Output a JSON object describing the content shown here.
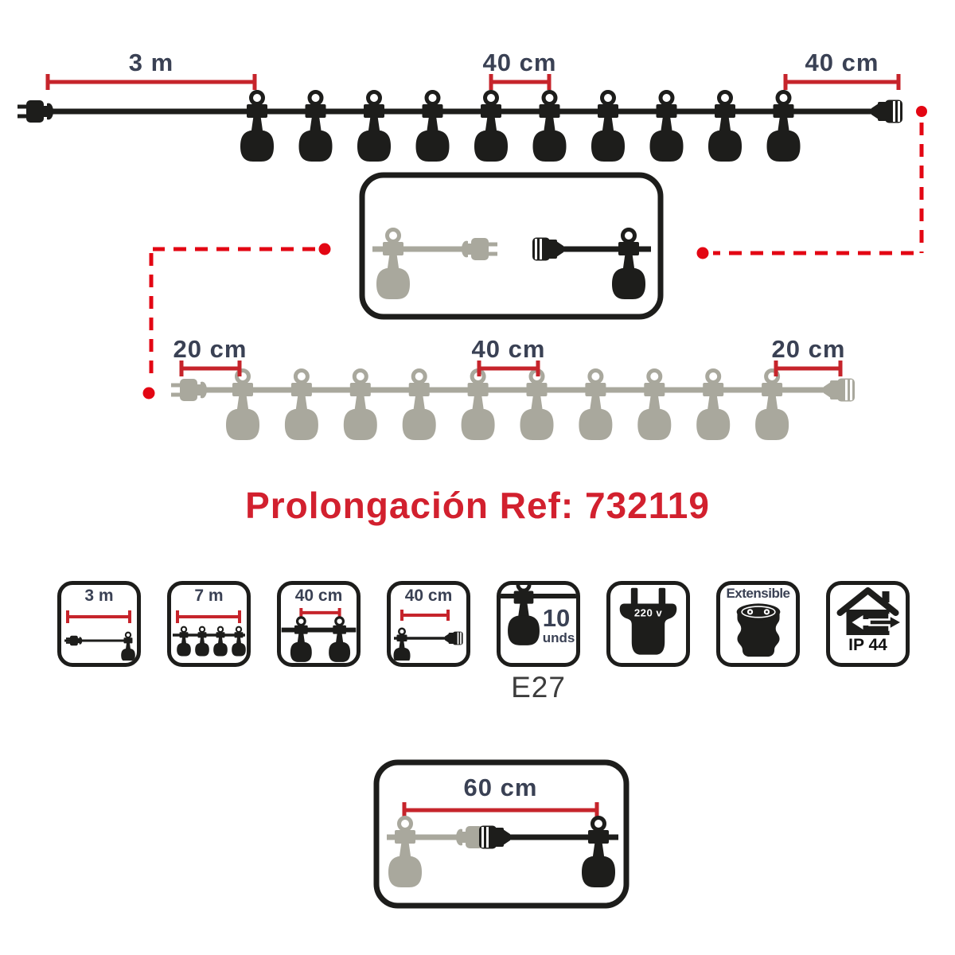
{
  "title": "Prolongación Ref: 732119",
  "colors": {
    "red_measure": "#c6242b",
    "red_dashed": "#e30613",
    "red_title": "#d2202e",
    "navy_text": "#3a4154",
    "black_string": "#1d1d1b",
    "gray_string": "#a9a89d"
  },
  "strings": {
    "black_string": {
      "socket_count": 10,
      "measures": {
        "left": "3 m",
        "mid": "40 cm",
        "right": "40 cm"
      }
    },
    "gray_string": {
      "socket_count": 10,
      "measures": {
        "left": "20 cm",
        "mid": "40 cm",
        "right": "20 cm"
      }
    },
    "joined_detail": {
      "measure": "60 cm"
    }
  },
  "badges": [
    {
      "label": "3 m"
    },
    {
      "label": "7 m"
    },
    {
      "label": "40 cm"
    },
    {
      "label": "40 cm"
    },
    {
      "count": "10",
      "unit": "unds",
      "bulb_type": "E27"
    },
    {
      "label": "220 v"
    },
    {
      "label": "Extensible"
    },
    {
      "label": "IP 44"
    }
  ]
}
